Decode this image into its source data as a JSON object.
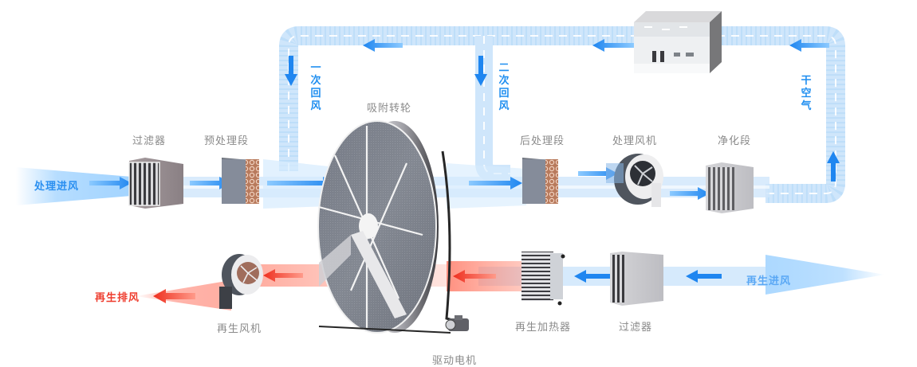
{
  "title": "转轮除湿机工作原理",
  "process_air": {
    "inlet_label": "处理进风",
    "components": [
      {
        "id": "filter",
        "label": "过滤器"
      },
      {
        "id": "pre-treatment",
        "label": "预处理段"
      },
      {
        "id": "rotor",
        "label": "吸附转轮"
      },
      {
        "id": "post-treatment",
        "label": "后处理段"
      },
      {
        "id": "process-fan",
        "label": "处理风机"
      },
      {
        "id": "purification",
        "label": "净化段"
      }
    ],
    "dry_air_label": "干空气",
    "primary_return_label": "一次回风",
    "secondary_return_label": "二次回风"
  },
  "regeneration_air": {
    "inlet_label": "再生进风",
    "exhaust_label": "再生排风",
    "components": [
      {
        "id": "regen-filter",
        "label": "过滤器"
      },
      {
        "id": "regen-heater",
        "label": "再生加热器"
      },
      {
        "id": "regen-fan",
        "label": "再生风机"
      },
      {
        "id": "drive-motor",
        "label": "驱动电机"
      }
    ]
  },
  "colors": {
    "process_air": "#2a8ff0",
    "duct_light": "#cfe6fb",
    "regen_air": "#ee3b2c",
    "label_gray": "#8a8a8a"
  }
}
